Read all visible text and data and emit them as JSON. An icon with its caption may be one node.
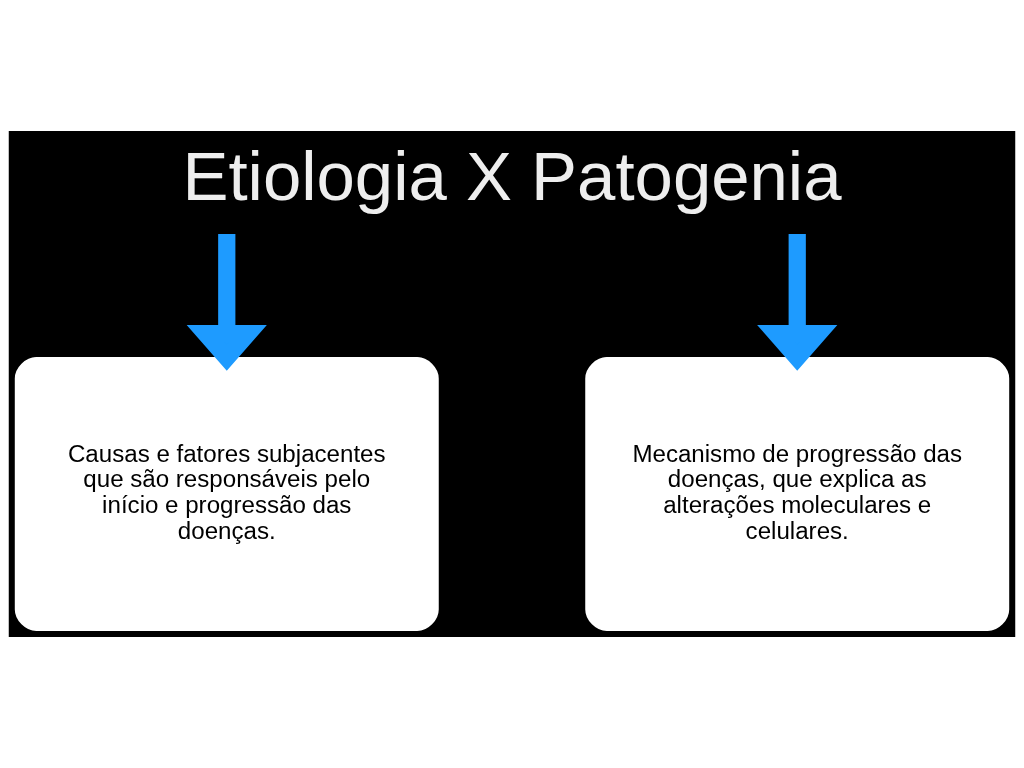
{
  "diagram": {
    "title": "Etiologia X Patogenia",
    "nodes": [
      {
        "text": [
          "Causas e fatores subjacentes que são responsáveis pelo início e progressão das doenças."
        ]
      },
      {
        "text": [
          "Mecanismo de progressão das doenças, que explica as alterações moleculares e celulares."
        ]
      }
    ],
    "edges": [
      {
        "from": null,
        "to": 0,
        "arrow": "to"
      },
      {
        "from": null,
        "to": 1,
        "arrow": "to"
      }
    ]
  }
}
